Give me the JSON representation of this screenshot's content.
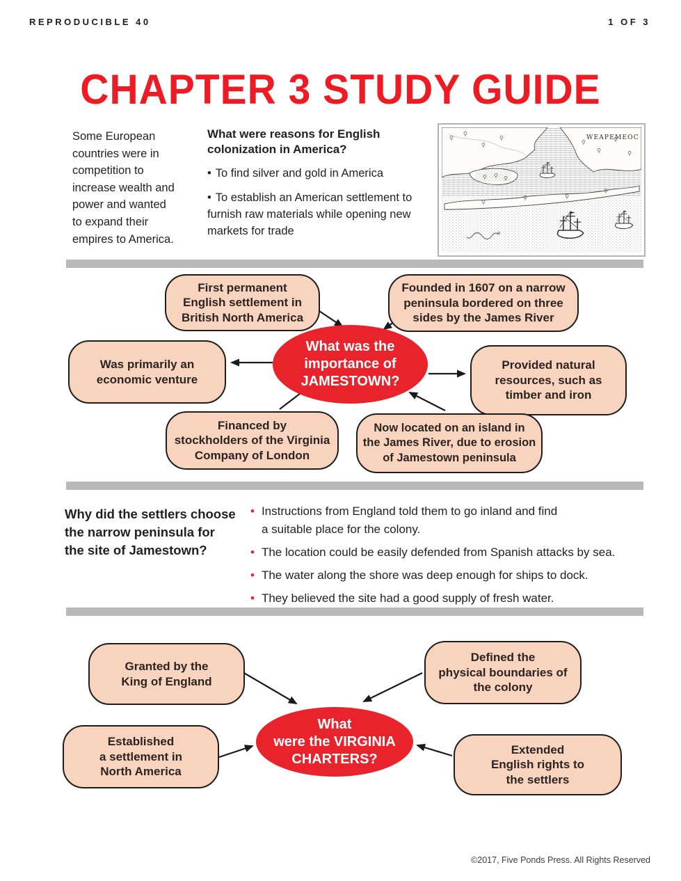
{
  "header": {
    "left": "REPRODUCIBLE 40",
    "right": "1 OF 3"
  },
  "title": "CHAPTER 3 STUDY GUIDE",
  "intro": {
    "paragraph": "Some European\ncountries were in\ncompetition to\nincrease wealth and\npower and wanted\nto expand their\nempires to America.",
    "question": "What were reasons for English\ncolonization in America?",
    "bullets": [
      "To find silver and gold in America",
      "To establish an American settlement to furnish raw materials while opening new markets for trade"
    ],
    "map_label": "WEAPEMEOC"
  },
  "jamestown": {
    "center": "What was the\nimportance of\nJAMESTOWN?",
    "nodes": [
      {
        "text": "First permanent\nEnglish settlement in\nBritish North America"
      },
      {
        "text": "Founded in 1607 on a narrow\npeninsula bordered on three\nsides by the James River"
      },
      {
        "text": "Was primarily an\neconomic venture"
      },
      {
        "text": "Provided natural\nresources, such as\ntimber and iron"
      },
      {
        "text": "Financed by\nstockholders of the Virginia\nCompany of London"
      },
      {
        "text": "Now located on an island in\nthe James River, due to erosion\nof Jamestown peninsula"
      }
    ]
  },
  "settlers": {
    "question": "Why did the settlers choose\nthe narrow peninsula for\nthe site of Jamestown?",
    "bullets": [
      "Instructions from England told them to go inland and find\na suitable place for the colony.",
      "The location could be easily defended from Spanish attacks by sea.",
      "The water along the shore was deep enough for ships to dock.",
      "They believed the site had a good supply of fresh water."
    ]
  },
  "charters": {
    "center": "What\nwere the VIRGINIA\nCHARTERS?",
    "nodes": [
      {
        "text": "Granted by the\nKing of England"
      },
      {
        "text": "Defined the\nphysical boundaries of\nthe colony"
      },
      {
        "text": "Established\na settlement in\nNorth America"
      },
      {
        "text": "Extended\nEnglish rights to\nthe settlers"
      }
    ]
  },
  "footer": "©2017, Five Ponds Press. All Rights Reserved",
  "colors": {
    "accent_red": "#e8232c",
    "node_fill": "#f8d3bd",
    "divider_gray": "#b9b9b9"
  }
}
